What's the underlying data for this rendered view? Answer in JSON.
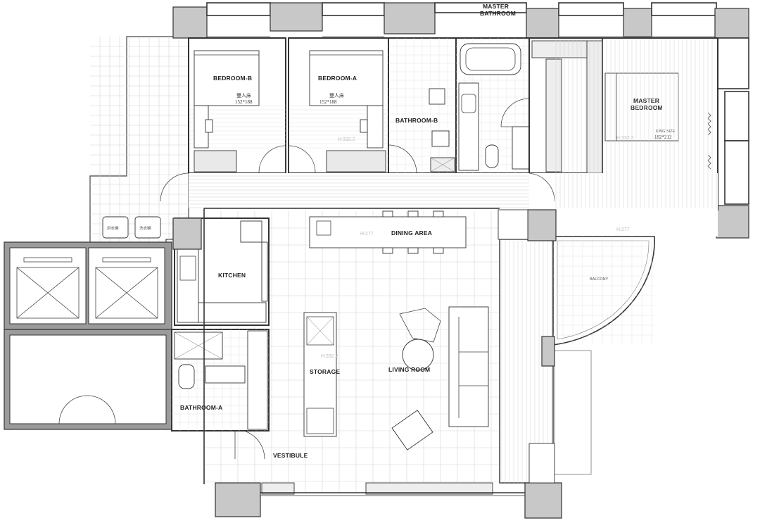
{
  "rooms": {
    "master_bathroom": "MASTER\nBATHROOM",
    "master_bedroom": "MASTER\nBEDROOM",
    "bedroom_b": "BEDROOM-B",
    "bedroom_a": "BEDROOM-A",
    "bathroom_b": "BATHROOM-B",
    "dining_area": "DINING AREA",
    "kitchen": "KITCHEN",
    "storage": "STORAGE",
    "living_room": "LIVING ROOM",
    "bathroom_a": "BATHROOM-A",
    "vestibule": "VESTIBULE",
    "balcony": "BALCONY"
  },
  "annotations": {
    "bed_b_size_cn": "雙人床",
    "bed_b_size": "152*188",
    "bed_a_size_cn": "雙人床",
    "bed_a_size": "152*188",
    "master_bed_size_label": "KING SIZE",
    "master_bed_size": "182*212",
    "height_bedroom": "H:332.2",
    "height_master": "H:332.2",
    "height_dining": "H:277",
    "height_corridor": "H:277",
    "height_living": "H:332.2",
    "washer_1": "烘衣機",
    "washer_2": "洗衣機"
  }
}
